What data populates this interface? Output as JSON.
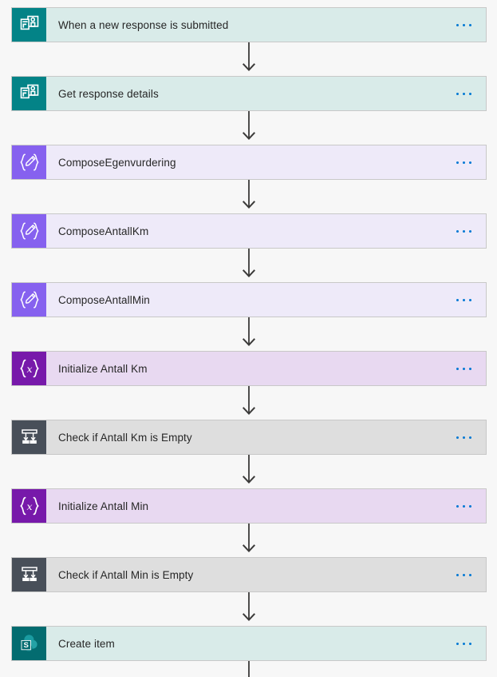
{
  "canvas": {
    "background_color": "#f7f7f7",
    "connector_color": "#3b3a39",
    "menu_dot_color": "#0078d4"
  },
  "flow": {
    "steps": [
      {
        "label": "When a new response is submitted",
        "type": "forms",
        "icon": "microsoft-forms-icon",
        "card_color": "#d9ebe9",
        "icon_color": "#038387",
        "menu_label": "More commands"
      },
      {
        "label": "Get response details",
        "type": "forms",
        "icon": "microsoft-forms-icon",
        "card_color": "#d9ebe9",
        "icon_color": "#038387",
        "menu_label": "More commands"
      },
      {
        "label": "ComposeEgenvurdering",
        "type": "compose",
        "icon": "compose-icon",
        "card_color": "#eeeaf9",
        "icon_color": "#8661ef",
        "menu_label": "More commands"
      },
      {
        "label": "ComposeAntallKm",
        "type": "compose",
        "icon": "compose-icon",
        "card_color": "#eeeaf9",
        "icon_color": "#8661ef",
        "menu_label": "More commands"
      },
      {
        "label": "ComposeAntallMin",
        "type": "compose",
        "icon": "compose-icon",
        "card_color": "#eeeaf9",
        "icon_color": "#8661ef",
        "menu_label": "More commands"
      },
      {
        "label": "Initialize Antall Km",
        "type": "variable",
        "icon": "initialize-variable-icon",
        "card_color": "#e8d9f1",
        "icon_color": "#7719aa",
        "menu_label": "More commands"
      },
      {
        "label": "Check if Antall Km is Empty",
        "type": "condition",
        "icon": "condition-icon",
        "card_color": "#dedede",
        "icon_color": "#484f59",
        "menu_label": "More commands"
      },
      {
        "label": "Initialize Antall Min",
        "type": "variable",
        "icon": "initialize-variable-icon",
        "card_color": "#e8d9f1",
        "icon_color": "#7719aa",
        "menu_label": "More commands"
      },
      {
        "label": "Check if Antall Min is Empty",
        "type": "condition",
        "icon": "condition-icon",
        "card_color": "#dedede",
        "icon_color": "#484f59",
        "menu_label": "More commands"
      },
      {
        "label": "Create item",
        "type": "sharepoint",
        "icon": "sharepoint-icon",
        "card_color": "#d9ebe9",
        "icon_color": "#036c70",
        "menu_label": "More commands"
      }
    ]
  }
}
